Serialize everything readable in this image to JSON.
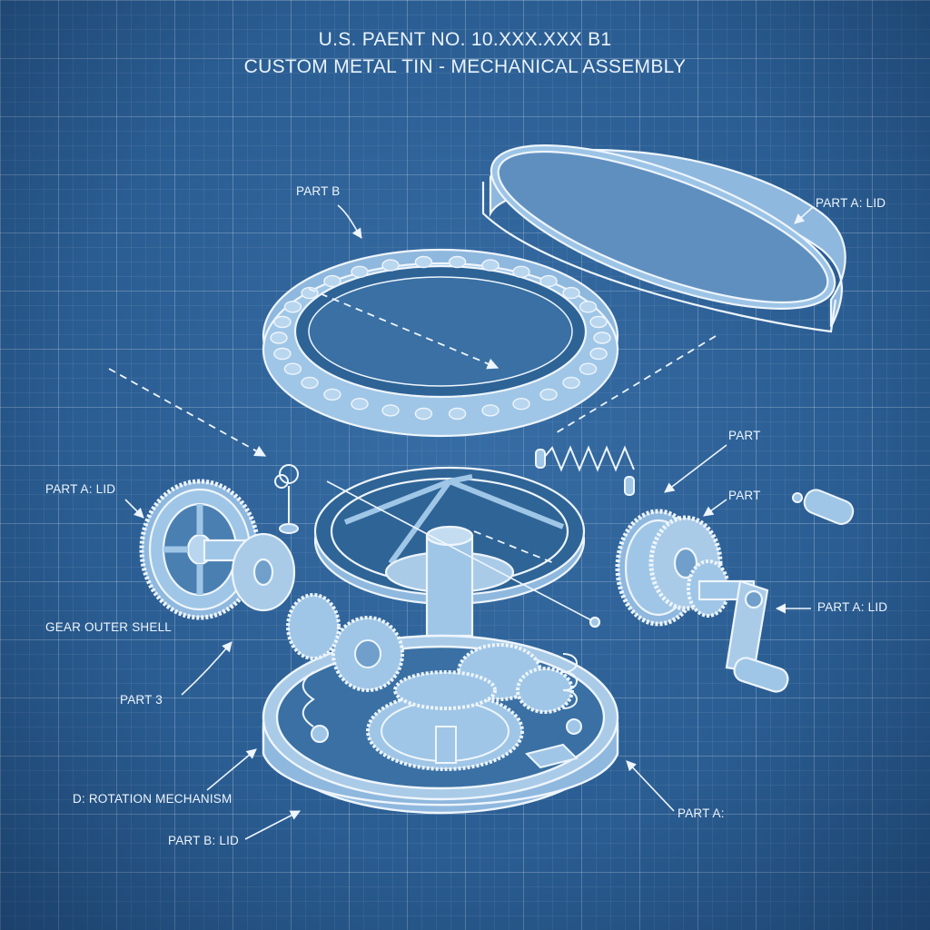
{
  "header": {
    "patent_number": "U.S. PAENT NO. 10.XXX.XXX B1",
    "title": "CUSTOM METAL TIN - MECHANICAL ASSEMBLY"
  },
  "labels": {
    "part_b_top": "PART B",
    "part_a_lid_top_right": "PART A: LID",
    "part_right_upper": "PART",
    "part_right_lower": "PART",
    "part_a_lid_left": "PART A: LID",
    "part_a_lid_right": "PART A: LID",
    "gear_outer_shell": "GEAR OUTER SHELL",
    "part_3": "PART 3",
    "rotation_mechanism": "D: ROTATION MECHANISM",
    "part_a_bottom": "PART A:",
    "part_b_lid": "PART B: LID"
  },
  "colors": {
    "background": "#2a5d92",
    "line": "#eef5fc",
    "part_fill": "#9fc6e6",
    "part_shade": "#6f9fca"
  }
}
